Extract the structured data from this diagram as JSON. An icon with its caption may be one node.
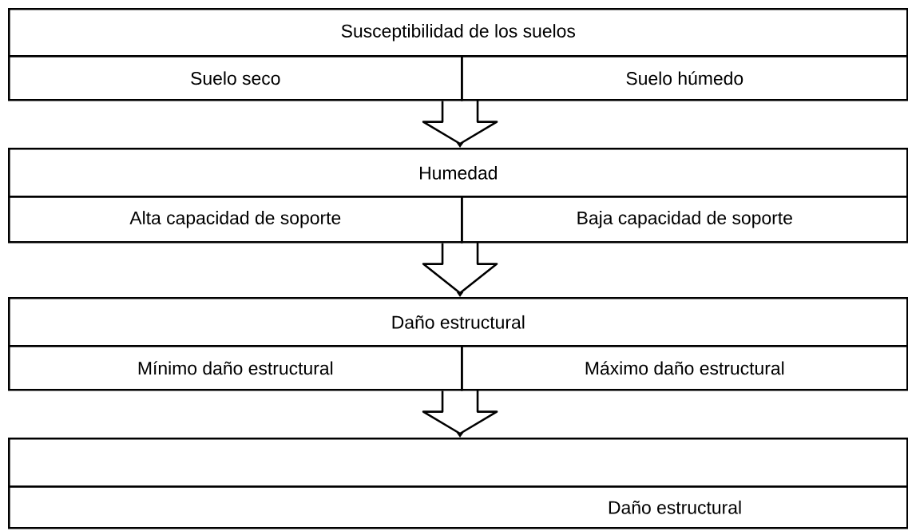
{
  "diagram": {
    "nodes": [
      {
        "text": [
          "Susceptibilidad de los suelos"
        ]
      },
      {
        "text": [
          "Suelo seco"
        ]
      },
      {
        "text": [
          "Suelo húmedo"
        ]
      },
      {
        "text": [
          "Humedad"
        ]
      },
      {
        "text": [
          "Alta capacidad de soporte"
        ]
      },
      {
        "text": [
          "Baja capacidad de soporte"
        ]
      },
      {
        "text": [
          "Daño estructural"
        ]
      },
      {
        "text": [
          "Mínimo daño estructural"
        ]
      },
      {
        "text": [
          "Máximo daño estructural"
        ]
      },
      {
        "text": [],
        "shape": "box"
      },
      {
        "text": [
          "Daño estructural"
        ]
      }
    ],
    "edges": [
      {
        "from": 1,
        "to": 3,
        "arrow": "to"
      },
      {
        "from": 2,
        "to": 3,
        "arrow": "to"
      },
      {
        "from": 4,
        "to": 6,
        "arrow": "to"
      },
      {
        "from": 5,
        "to": 6,
        "arrow": "to"
      },
      {
        "from": 7,
        "to": 9,
        "arrow": "to"
      },
      {
        "from": 8,
        "to": 9,
        "arrow": "to"
      }
    ]
  }
}
